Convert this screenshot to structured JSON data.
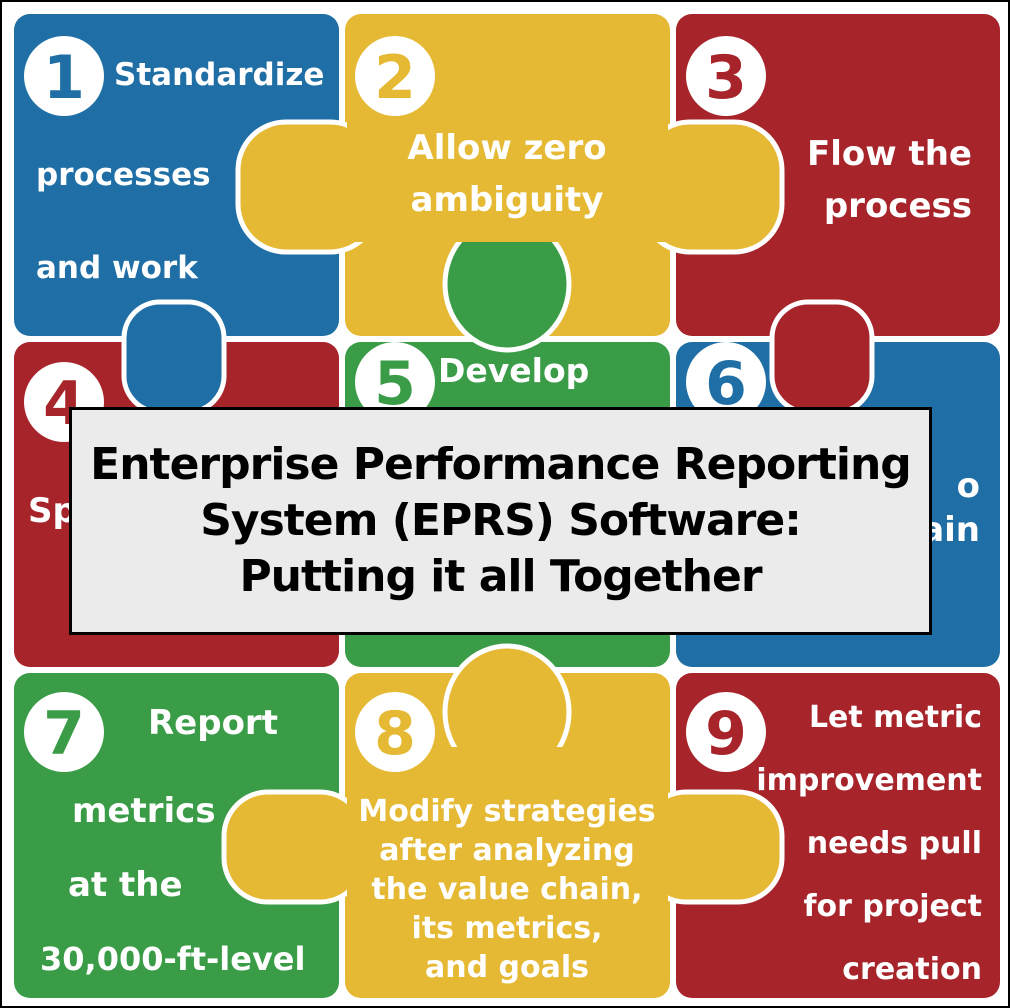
{
  "colors": {
    "blue": "#1f6fa6",
    "yellow": "#e6b934",
    "red": "#a7242b",
    "green": "#3a9c47",
    "banner_bg": "#ebebeb"
  },
  "pieces": [
    {
      "number": "1",
      "color": "blue",
      "lines": [
        "Standardize",
        "processes",
        "and work"
      ]
    },
    {
      "number": "2",
      "color": "yellow",
      "lines": [
        "Allow zero",
        "ambiguity"
      ]
    },
    {
      "number": "3",
      "color": "red",
      "lines": [
        "Flow the",
        "process"
      ]
    },
    {
      "number": "4",
      "color": "red",
      "lines": [
        "Sp"
      ]
    },
    {
      "number": "5",
      "color": "green",
      "lines": [
        "Develop"
      ]
    },
    {
      "number": "6",
      "color": "blue",
      "lines": [
        "o",
        "ain"
      ]
    },
    {
      "number": "7",
      "color": "green",
      "lines": [
        "Report",
        "metrics",
        "at the",
        "30,000-ft-level"
      ]
    },
    {
      "number": "8",
      "color": "yellow",
      "lines": [
        "Modify strategies",
        "after analyzing",
        "the value chain,",
        "its metrics,",
        "and goals"
      ]
    },
    {
      "number": "9",
      "color": "red",
      "lines": [
        "Let metric",
        "improvement",
        "needs pull",
        "for project",
        "creation"
      ]
    }
  ],
  "banner": {
    "lines": [
      "Enterprise Performance Reporting",
      "System (EPRS) Software:",
      "Putting it all Together"
    ]
  }
}
